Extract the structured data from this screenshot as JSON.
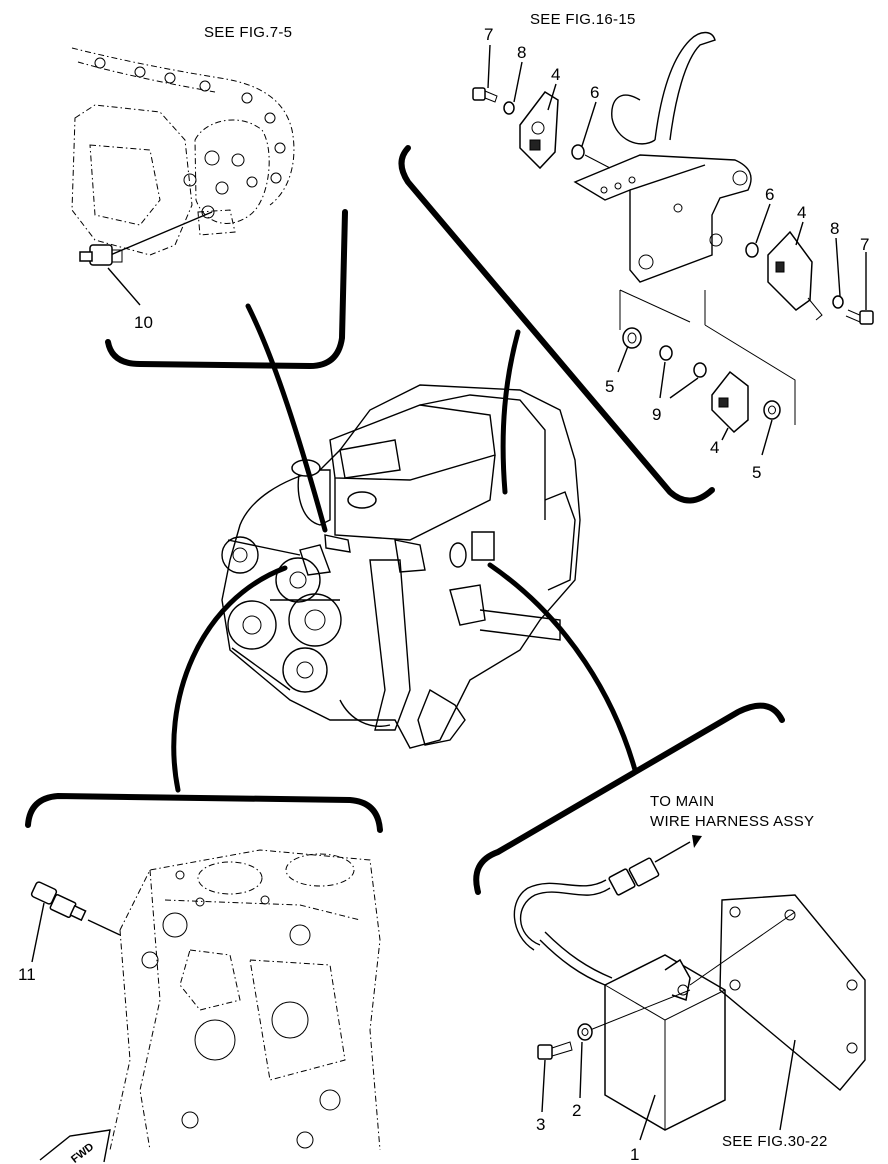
{
  "references": {
    "fig_7_5": "SEE FIG.7-5",
    "fig_16_15": "SEE FIG.16-15",
    "fig_30_22": "SEE FIG.30-22",
    "harness_line1": "TO MAIN",
    "harness_line2": "WIRE HARNESS ASSY",
    "fwd": "FWD"
  },
  "callouts": {
    "p1": "1",
    "p2": "2",
    "p3": "3",
    "p4_a": "4",
    "p4_b": "4",
    "p4_c": "4",
    "p5_a": "5",
    "p5_b": "5",
    "p6_a": "6",
    "p6_b": "6",
    "p7_a": "7",
    "p7_b": "7",
    "p8_a": "8",
    "p8_b": "8",
    "p9": "9",
    "p10": "10",
    "p11": "11"
  }
}
